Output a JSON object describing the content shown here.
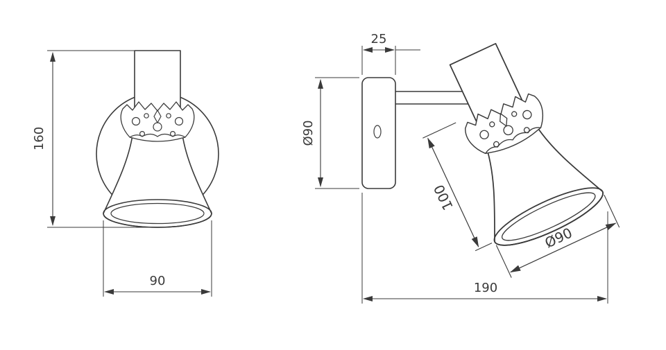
{
  "colors": {
    "line": "#3a3a3a",
    "background": "#ffffff"
  },
  "front_view": {
    "height": "160",
    "width": "90"
  },
  "side_view": {
    "plate_depth": "25",
    "plate_diameter": "Ø90",
    "body_length": "100",
    "shade_diameter": "Ø90",
    "total_projection": "190"
  }
}
